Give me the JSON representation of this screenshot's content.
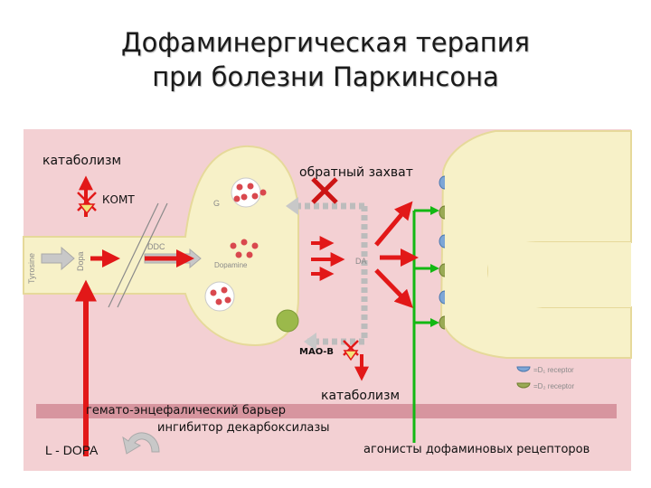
{
  "title": {
    "line1": "Дофаминергическая терапия",
    "line2": "при болезни Паркинсона"
  },
  "labels": {
    "catabolism_top": "катаболизм",
    "reuptake": "обратный захват",
    "comt": "КОМТ",
    "mao_b": "МАО-В",
    "catabolism_bottom": "катаболизм",
    "bbb": "гемато-энцефалический барьер",
    "decarboxylase_inhibitor": "ингибитор декарбоксилазы",
    "l_dopa": "L - DOPA",
    "agonists": "агонисты дофаминовых рецепторов"
  },
  "diagram_labels": {
    "tyrosine": "Tyrosine",
    "dopa": "Dopa",
    "ddc": "DDC",
    "dopamine": "Dopamine",
    "g": "G",
    "da": "DA",
    "d1_receptor": "=D₁ receptor",
    "d2_receptor": "=D₂ receptor"
  },
  "colors": {
    "background_panel": "#f3d0d3",
    "neuron": "#f7f1c8",
    "neuron_outline": "#e6d99a",
    "red_arrow": "#e21818",
    "green_line": "#13b813",
    "bbb_band": "#d7959f",
    "gray_arrow": "#c8c8c8",
    "vesicle": "#ffffff",
    "dot": "#d9484e",
    "d1_receptor": "#7da6d6",
    "d2_receptor": "#9aaa55"
  }
}
